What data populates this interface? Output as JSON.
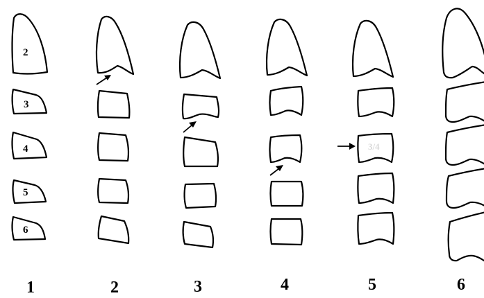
{
  "stages": [
    {
      "label": "1",
      "vertebra_labels": [
        "2",
        "3",
        "4",
        "5",
        "6"
      ]
    },
    {
      "label": "2"
    },
    {
      "label": "3"
    },
    {
      "label": "4"
    },
    {
      "label": "5",
      "faint_label": "3/4"
    },
    {
      "label": "6"
    }
  ],
  "colors": {
    "outline": "#000000",
    "background": "#ffffff",
    "faint_text": "#d9d9d9"
  }
}
